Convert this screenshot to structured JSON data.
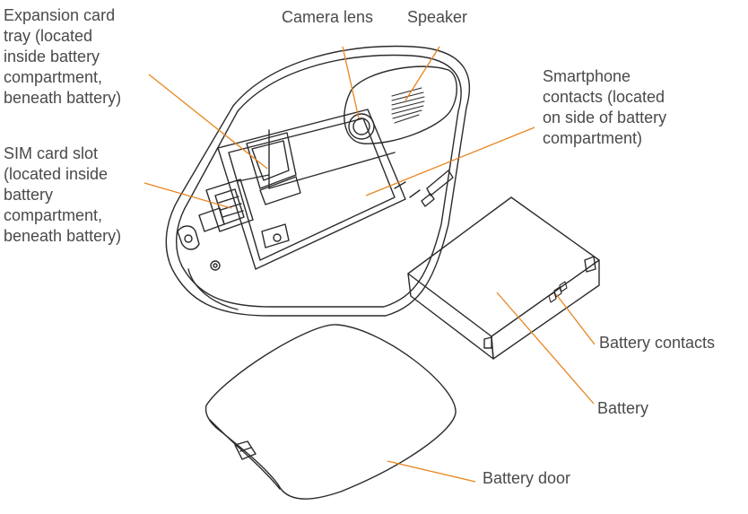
{
  "colors": {
    "leader": "#e8851e",
    "outline": "#2b2b2b",
    "text": "#4a4a4a"
  },
  "labels": {
    "expansion_card_tray": [
      "Expansion card",
      "tray (located",
      "inside battery",
      "compartment,",
      "beneath battery)"
    ],
    "sim_card_slot": [
      "SIM card slot",
      "(located inside",
      "battery",
      "compartment,",
      "beneath battery)"
    ],
    "camera_lens": [
      "Camera lens"
    ],
    "speaker": [
      "Speaker"
    ],
    "smartphone_contacts": [
      "Smartphone",
      "contacts (located",
      "on side of battery",
      "compartment)"
    ],
    "battery_contacts": [
      "Battery contacts"
    ],
    "battery": [
      "Battery"
    ],
    "battery_door": [
      "Battery door"
    ]
  }
}
